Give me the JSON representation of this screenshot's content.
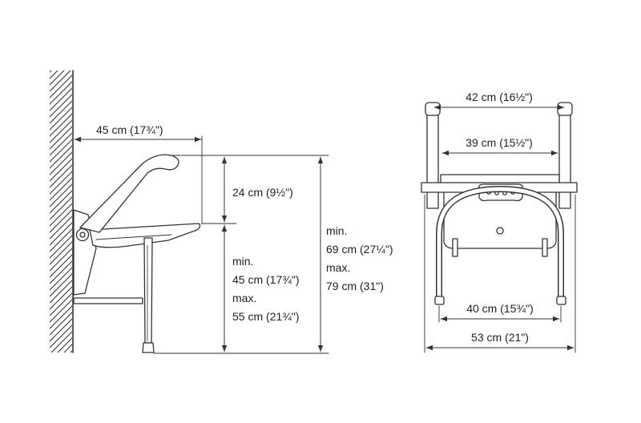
{
  "side_view": {
    "seat_depth": "45 cm (17¾\")",
    "armrest_height": "24 cm (9½\")",
    "seat_height": {
      "min_label": "min.",
      "min_value": "45 cm (17¾\")",
      "max_label": "max.",
      "max_value": "55 cm (21¾\")"
    },
    "total_height": {
      "min_label": "min.",
      "min_value": "69 cm (27¼\")",
      "max_label": "max.",
      "max_value": "79 cm (31\")"
    }
  },
  "front_view": {
    "armrest_width": "42 cm (16½\")",
    "seat_width": "39 cm (15½\")",
    "leg_span_inner": "40 cm (15¾\")",
    "overall_width": "53 cm (21\")"
  },
  "colors": {
    "line": "#333333",
    "text": "#222222",
    "background": "#ffffff"
  }
}
